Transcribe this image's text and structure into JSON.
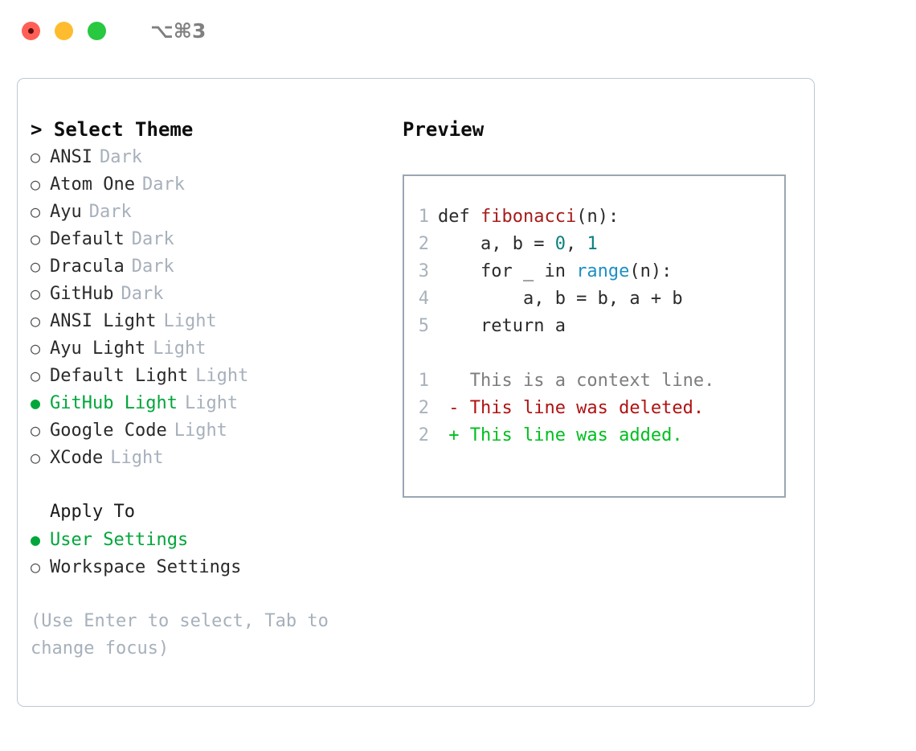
{
  "titlebar": {
    "shortcut": "⌥⌘3",
    "buttons": [
      {
        "name": "close",
        "color": "#ff5f57"
      },
      {
        "name": "minimize",
        "color": "#febc2e"
      },
      {
        "name": "maximize",
        "color": "#28c840"
      }
    ]
  },
  "theme_picker": {
    "header": "> Select Theme",
    "bullet_off": "○",
    "bullet_on": "●",
    "items": [
      {
        "label": "ANSI",
        "tag": "Dark",
        "selected": false
      },
      {
        "label": "Atom One",
        "tag": "Dark",
        "selected": false
      },
      {
        "label": "Ayu",
        "tag": "Dark",
        "selected": false
      },
      {
        "label": "Default",
        "tag": "Dark",
        "selected": false
      },
      {
        "label": "Dracula",
        "tag": "Dark",
        "selected": false
      },
      {
        "label": "GitHub",
        "tag": "Dark",
        "selected": false
      },
      {
        "label": "ANSI Light",
        "tag": "Light",
        "selected": false
      },
      {
        "label": "Ayu Light",
        "tag": "Light",
        "selected": false
      },
      {
        "label": "Default Light",
        "tag": "Light",
        "selected": false
      },
      {
        "label": "GitHub Light",
        "tag": "Light",
        "selected": true
      },
      {
        "label": "Google Code",
        "tag": "Light",
        "selected": false
      },
      {
        "label": "XCode",
        "tag": "Light",
        "selected": false
      }
    ]
  },
  "apply_to": {
    "header": "Apply To",
    "items": [
      {
        "label": "User Settings",
        "selected": true
      },
      {
        "label": "Workspace Settings",
        "selected": false
      }
    ]
  },
  "hint": "(Use Enter to select, Tab to change focus)",
  "preview": {
    "header": "Preview",
    "code_lines": [
      {
        "num": "1",
        "tokens": [
          {
            "t": "def ",
            "c": "kw"
          },
          {
            "t": "fibonacci",
            "c": "fn"
          },
          {
            "t": "(n):",
            "c": "plain"
          }
        ]
      },
      {
        "num": "2",
        "tokens": [
          {
            "t": "    a, b = ",
            "c": "plain"
          },
          {
            "t": "0",
            "c": "num"
          },
          {
            "t": ", ",
            "c": "plain"
          },
          {
            "t": "1",
            "c": "num"
          }
        ]
      },
      {
        "num": "3",
        "tokens": [
          {
            "t": "    for _ in ",
            "c": "kw"
          },
          {
            "t": "range",
            "c": "bi"
          },
          {
            "t": "(n):",
            "c": "plain"
          }
        ]
      },
      {
        "num": "4",
        "tokens": [
          {
            "t": "        a, b = b, a + b",
            "c": "plain"
          }
        ]
      },
      {
        "num": "5",
        "tokens": [
          {
            "t": "    return a",
            "c": "kw"
          }
        ]
      }
    ],
    "diff_lines": [
      {
        "num": "1",
        "marker": " ",
        "text": "This is a context line.",
        "kind": "ctx"
      },
      {
        "num": "2",
        "marker": "-",
        "text": "This line was deleted.",
        "kind": "del"
      },
      {
        "num": "2",
        "marker": "+",
        "text": "This line was added.",
        "kind": "add"
      }
    ]
  },
  "colors": {
    "accent_green": "#00a63a",
    "muted": "#a7b0bb",
    "border": "#bfc7d1",
    "preview_border": "#9aa7b4",
    "diff_add": "#00bf1f",
    "diff_del": "#b01212",
    "syntax_function": "#a61b1b",
    "syntax_number": "#0a8080",
    "syntax_builtin": "#1f8ec4"
  }
}
